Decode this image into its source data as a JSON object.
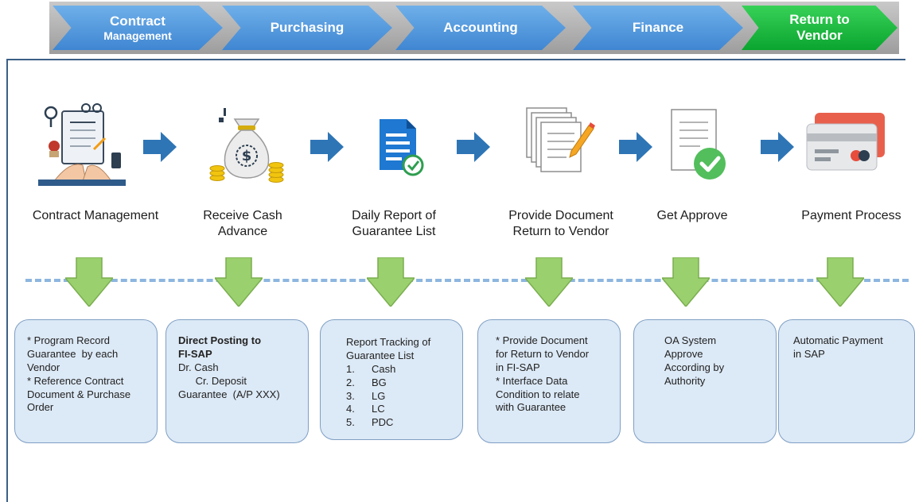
{
  "header": {
    "stages": [
      {
        "line1": "Contract",
        "line2": "Management"
      },
      {
        "line1": "Purchasing",
        "line2": ""
      },
      {
        "line1": "Accounting",
        "line2": ""
      },
      {
        "line1": "Finance",
        "line2": ""
      },
      {
        "line1": "Return to",
        "line2": "Vendor"
      }
    ]
  },
  "steps": [
    {
      "label": "Contract Management",
      "icon": "contract-document-icon"
    },
    {
      "label": "Receive Cash Advance",
      "icon": "money-bag-icon"
    },
    {
      "label": "Daily Report of Guarantee List",
      "icon": "report-check-icon"
    },
    {
      "label": "Provide Document Return to Vendor",
      "icon": "documents-pen-icon"
    },
    {
      "label": "Get Approve",
      "icon": "approved-document-icon"
    },
    {
      "label": "Payment  Process",
      "icon": "credit-card-icon"
    }
  ],
  "boxes": {
    "contract": [
      "* Program Record",
      "Guarantee  by each",
      "Vendor",
      "* Reference Contract",
      "Document & Purchase",
      "Order"
    ],
    "cash": {
      "title1": "Direct Posting to",
      "title2": "FI-SAP",
      "line1": "Dr. Cash",
      "line2": "      Cr. Deposit",
      "line3": "Guarantee  (A/P XXX)"
    },
    "report": {
      "title1": "Report Tracking of",
      "title2": "Guarantee List",
      "items": [
        {
          "num": "1.",
          "text": "Cash"
        },
        {
          "num": "2.",
          "text": "BG"
        },
        {
          "num": "3.",
          "text": "LG"
        },
        {
          "num": "4.",
          "text": "LC"
        },
        {
          "num": "5.",
          "text": "PDC"
        }
      ]
    },
    "document": [
      "* Provide Document",
      "for Return to Vendor",
      "in FI-SAP",
      "* Interface Data",
      "Condition to relate",
      "with Guarantee"
    ],
    "approve": [
      "OA System",
      "Approve",
      "According by",
      "Authority"
    ],
    "payment": [
      "Automatic Payment",
      "in SAP"
    ]
  },
  "colors": {
    "chevron_blue": "#4a90d9",
    "chevron_green": "#17b63c",
    "step_arrow": "#2e75b6",
    "down_arrow": "#92c965",
    "box_fill": "#dce9f6",
    "frame_line": "#3c5f86"
  }
}
